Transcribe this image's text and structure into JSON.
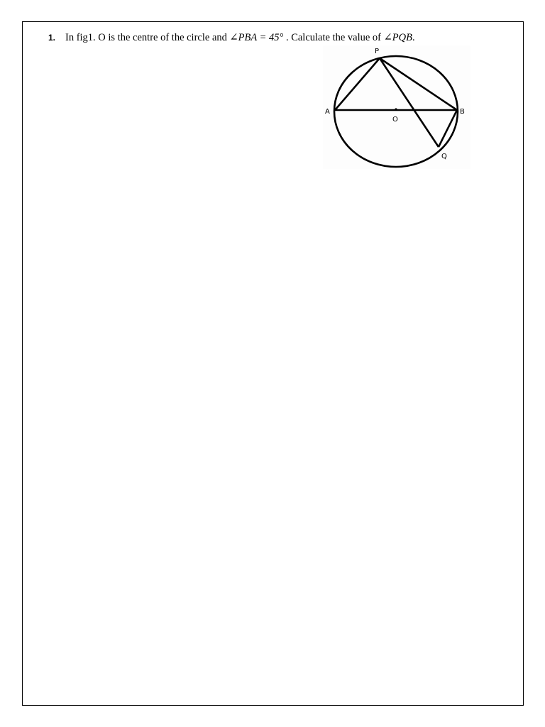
{
  "question": {
    "number": "1.",
    "text_before": "In fig1. O is the centre of the circle and",
    "given_angle": "∠PBA = 45°",
    "text_middle": ". Calculate the value of",
    "target_angle": "∠PQB",
    "text_end": "."
  },
  "figure": {
    "labels": {
      "P": "P",
      "A": "A",
      "B": "B",
      "O": "O",
      "Q": "Q"
    }
  }
}
